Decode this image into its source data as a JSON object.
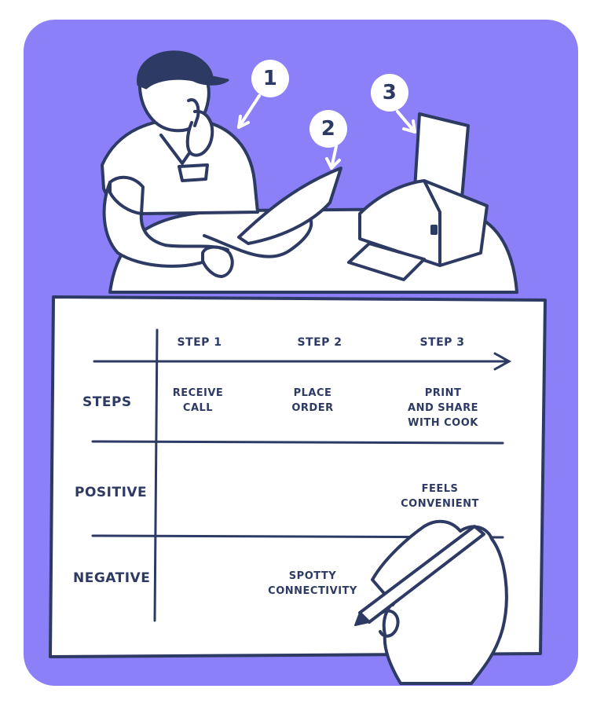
{
  "colors": {
    "background": "#8b80f7",
    "ink": "#2d3a63",
    "paper": "#ffffff",
    "cap": "#2d3a63"
  },
  "callouts": [
    "1",
    "2",
    "3"
  ],
  "table": {
    "headers": [
      "STEP 1",
      "STEP 2",
      "STEP 3"
    ],
    "rows": [
      {
        "label": "STEPS",
        "cells": [
          "RECEIVE\nCALL",
          "PLACE\nORDER",
          "PRINT\nAND SHARE\nWITH COOK"
        ]
      },
      {
        "label": "POSITIVE",
        "cells": [
          "",
          "",
          "FEELS\nCONVENIENT"
        ]
      },
      {
        "label": "NEGATIVE",
        "cells": [
          "",
          "SPOTTY\nCONNECTIVITY",
          ""
        ]
      }
    ]
  }
}
